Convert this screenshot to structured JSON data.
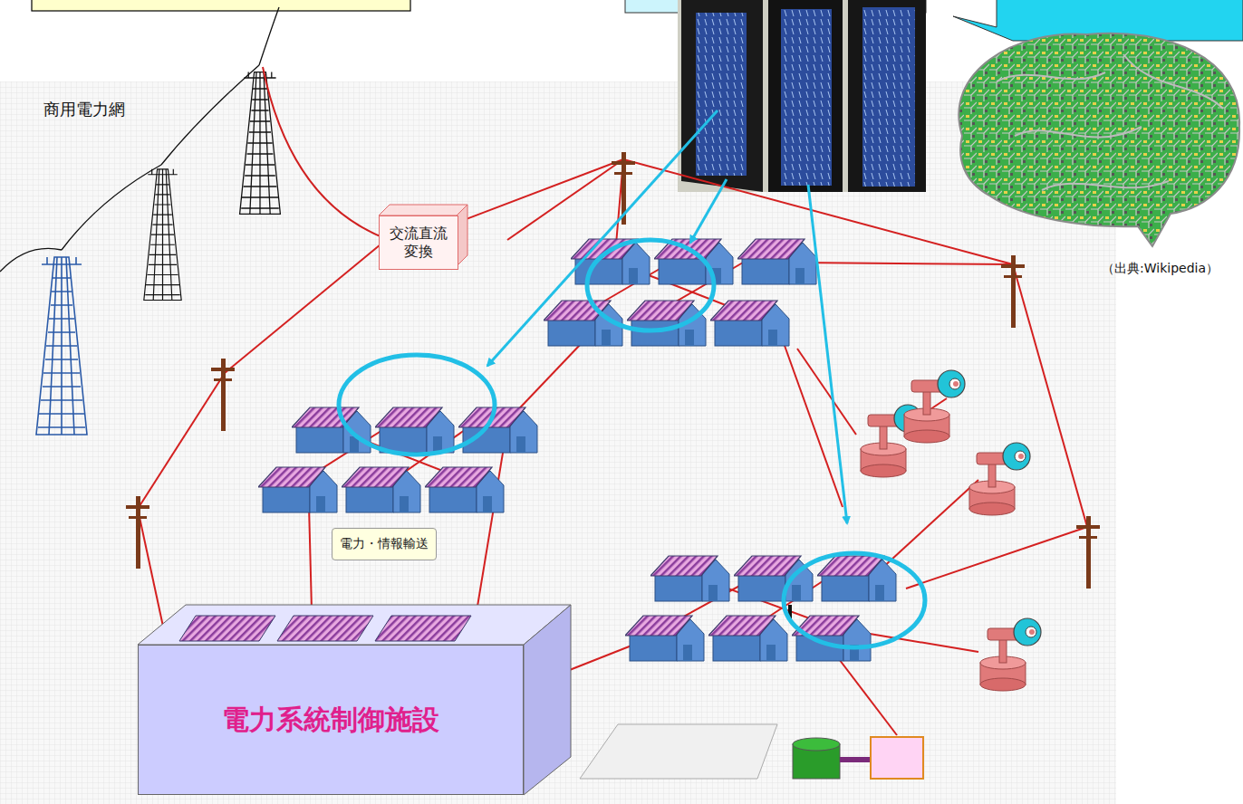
{
  "diagram": {
    "nodes": [
      {
        "text": [
          "交流直流変換"
        ]
      },
      {
        "text": [
          "電力・情報輸送"
        ]
      },
      {
        "text": [
          "電力系統制御施設"
        ]
      }
    ],
    "labels": [
      "商用電力網",
      "（出典:Wikipedia）"
    ]
  }
}
